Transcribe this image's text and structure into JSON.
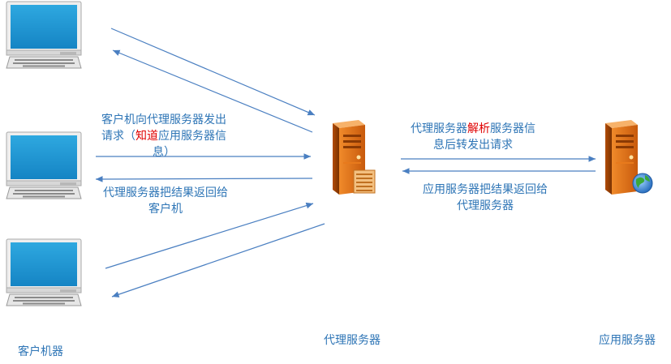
{
  "labels": {
    "client_to_proxy": {
      "line1": "客户机向代理服务器发出",
      "line2_pre": "请求（",
      "line2_red": "知道",
      "line2_post": "应用服务器信",
      "line3": "息）"
    },
    "proxy_to_client": {
      "line1": "代理服务器把结果返回给",
      "line2": "客户机"
    },
    "proxy_to_app": {
      "line1_pre": "代理服务器",
      "line1_red": "解析",
      "line1_post": "服务器信",
      "line2": "息后转发出请求"
    },
    "app_to_proxy": {
      "line1": "应用服务器把结果返回给",
      "line2": "代理服务器"
    }
  },
  "captions": {
    "clients": "客户机器",
    "proxy": "代理服务器",
    "app": "应用服务器"
  },
  "colors": {
    "text": "#2e75b6",
    "arrow": "#4a7fc1",
    "highlight": "#e00000"
  }
}
